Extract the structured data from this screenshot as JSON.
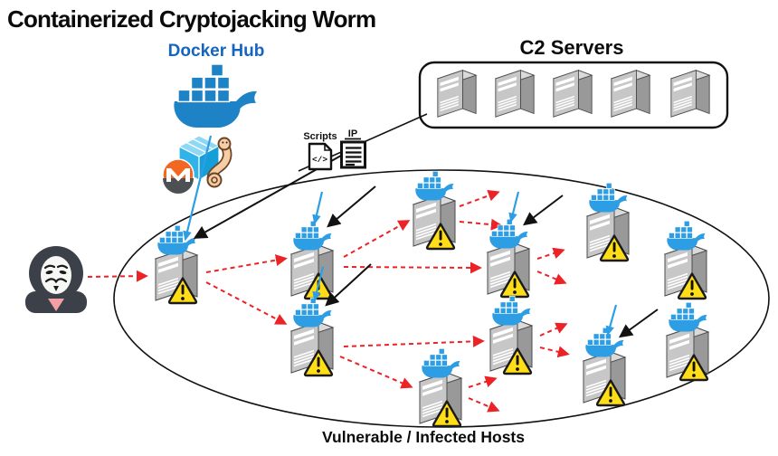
{
  "title": "Containerized Cryptojacking Worm",
  "docker_hub": {
    "label": "Docker Hub"
  },
  "c2": {
    "label": "C2 Servers",
    "server_count": 5
  },
  "tools": {
    "scripts_label": "Scripts",
    "scripts_glyph": "</>",
    "ip_label": "IP"
  },
  "zone": {
    "label": "Vulnerable / Infected Hosts",
    "infected_host_count": 11
  },
  "colors": {
    "docker_blue": "#1D82C6",
    "host_whale_blue": "#2E9EE4",
    "docker_hub_text": "#1565C0",
    "attack_red": "#EC2227",
    "warning_yellow": "#FFDE17",
    "server_front": "#C7C7C7",
    "server_side": "#999999",
    "server_top": "#DADADA",
    "monero_orange": "#F26822",
    "container_cyan": "#2FB3E8"
  }
}
